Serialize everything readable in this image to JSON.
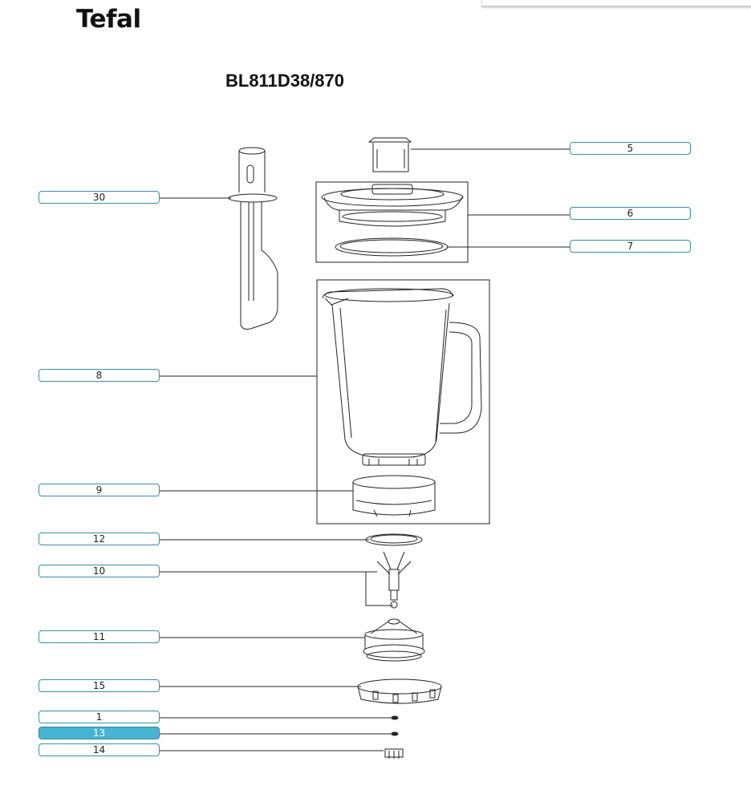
{
  "brand": "Tefal",
  "model": "BL811D38/870",
  "colors": {
    "callout_border": "#3a8fa3",
    "callout_active": "#47b4d3",
    "line": "#222222"
  },
  "selected_part": "13",
  "callouts": [
    {
      "id": "c30",
      "label": "30"
    },
    {
      "id": "c8",
      "label": "8"
    },
    {
      "id": "c9",
      "label": "9"
    },
    {
      "id": "c12",
      "label": "12"
    },
    {
      "id": "c10",
      "label": "10"
    },
    {
      "id": "c11",
      "label": "11"
    },
    {
      "id": "c15",
      "label": "15"
    },
    {
      "id": "c1",
      "label": "1"
    },
    {
      "id": "c13",
      "label": "13"
    },
    {
      "id": "c14",
      "label": "14"
    },
    {
      "id": "c5",
      "label": "5"
    },
    {
      "id": "c6",
      "label": "6"
    },
    {
      "id": "c7",
      "label": "7"
    }
  ]
}
